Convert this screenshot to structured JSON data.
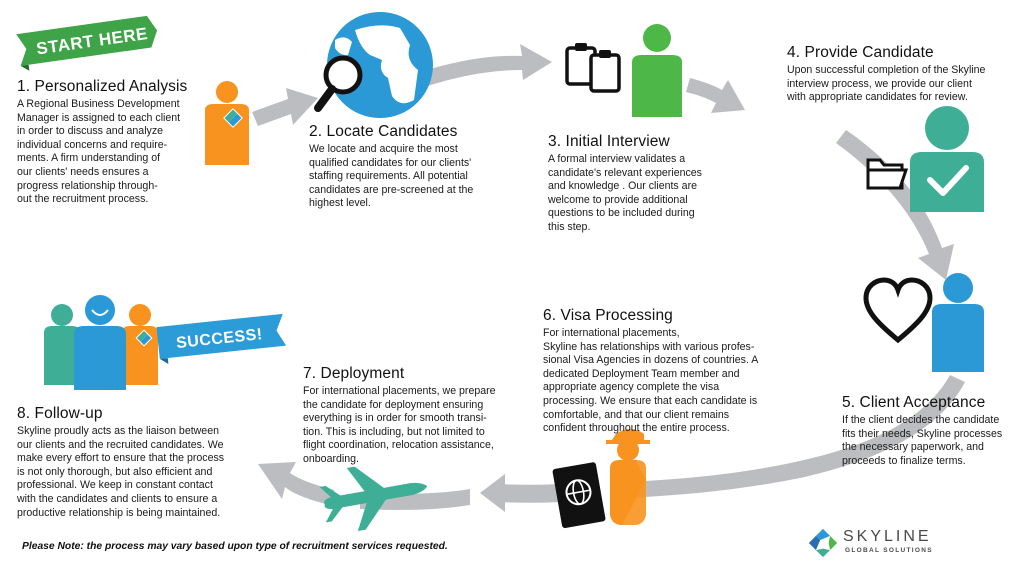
{
  "start_label": "START HERE",
  "success_label": "SUCCESS!",
  "steps": [
    {
      "title": "1.  Personalized Analysis",
      "lines": [
        "A Regional Business Development",
        "Manager is assigned to each client",
        "in order to discuss and analyze",
        "individual concerns and require-",
        "ments.  A firm understanding of",
        "our clients' needs ensures a",
        "progress relationship through-",
        "out the recruitment process."
      ]
    },
    {
      "title": "2.  Locate Candidates",
      "lines": [
        "We locate and acquire the most",
        "qualified candidates for our clients'",
        "staffing requirements. All potential",
        "candidates are pre-screened at the",
        "highest level."
      ]
    },
    {
      "title": "3.  Initial Interview",
      "lines": [
        "A formal interview validates a",
        "candidate's relevant experiences",
        "and knowledge . Our clients are",
        "welcome to provide additional",
        "questions to be included during",
        "this step."
      ]
    },
    {
      "title": "4.  Provide Candidate",
      "lines": [
        "Upon successful completion of the Skyline",
        "interview process, we provide our client",
        "with appropriate candidates for review."
      ]
    },
    {
      "title": "5.  Client Acceptance",
      "lines": [
        "If the client decides the candidate",
        "fits their needs, Skyline processes",
        "the necessary paperwork, and",
        "proceeds to finalize terms."
      ]
    },
    {
      "title": "6.  Visa Processing",
      "lines": [
        "For international placements,",
        "Skyline has relationships with various profes-",
        "sional Visa Agencies in dozens of countries. A",
        "dedicated Deployment Team member and",
        "appropriate agency complete the visa",
        "processing. We ensure that each candidate is",
        "comfortable, and that our client remains",
        "confident throughout the entire process."
      ]
    },
    {
      "title": "7.  Deployment",
      "lines": [
        "For international placements, we prepare",
        "the candidate for deployment ensuring",
        "everything is in order for smooth transi-",
        "tion. This is including, but not limited to",
        "flight coordination, relocation assistance,",
        "onboarding."
      ]
    },
    {
      "title": "8.  Follow-up",
      "lines": [
        "Skyline proudly acts as the liaison between",
        "our clients and the recruited candidates. We",
        "make every effort to ensure that the process",
        "is not only thorough, but also efficient and",
        "professional. We keep in constant contact",
        "with the candidates and clients to ensure a",
        "productive relationship is being maintained."
      ]
    }
  ],
  "note": "Please Note: the process may vary based upon type of recruitment services requested.",
  "logo": {
    "name": "SKYLINE",
    "tagline": "GLOBAL SOLUTIONS"
  },
  "icons": [
    "person-icon",
    "magnifier-globe-icon",
    "clipboard-documents-icon",
    "person-check-icon",
    "folder-icon",
    "heart-icon",
    "passport-officer-icon",
    "airplane-icon",
    "team-icon"
  ],
  "colors": {
    "arrow": "#bcbdc0",
    "orange": "#f7931e",
    "green": "#4db848",
    "teal": "#3fae96",
    "blue": "#2b99d6",
    "ribbon": "#3fa348",
    "success_ribbon": "#2b9cd8",
    "dark": "#222222"
  }
}
